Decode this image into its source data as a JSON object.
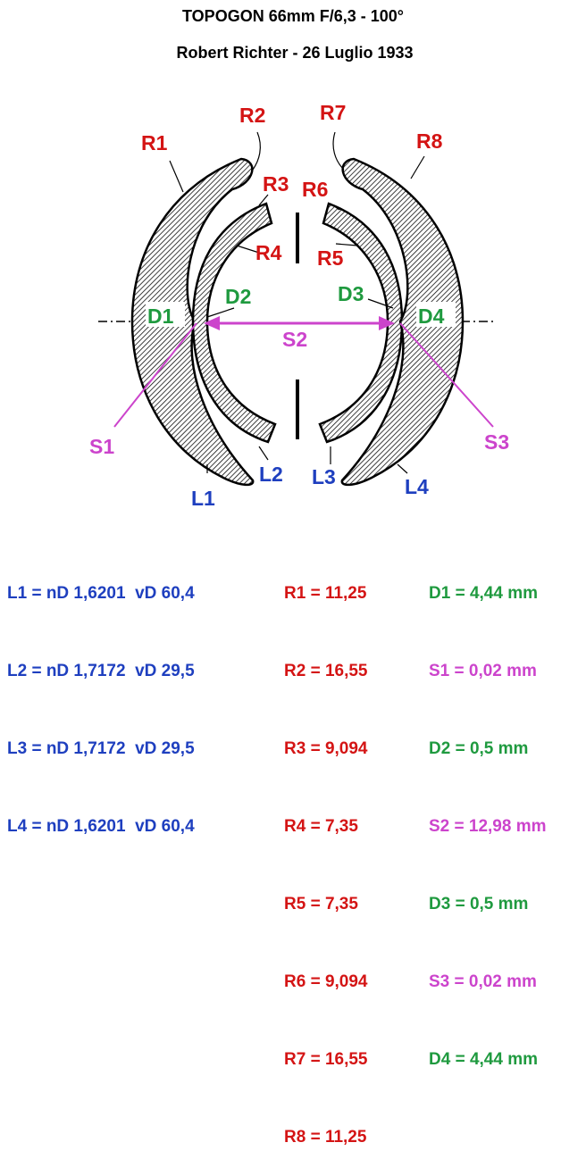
{
  "header": {
    "title": "TOPOGON 66mm F/6,3 - 100°",
    "subtitle": "Robert Richter - 26 Luglio 1933"
  },
  "colors": {
    "lens_label": "#1e3fbf",
    "radius_label": "#d41414",
    "thickness_label": "#1f9a3f",
    "spacing_label": "#cc44cc",
    "outline": "#000000"
  },
  "diagram": {
    "radius_labels": [
      "R1",
      "R2",
      "R3",
      "R4",
      "R5",
      "R6",
      "R7",
      "R8"
    ],
    "lens_labels": [
      "L1",
      "L2",
      "L3",
      "L4"
    ],
    "thickness_labels": [
      "D1",
      "D2",
      "D3",
      "D4"
    ],
    "spacing_labels": [
      "S1",
      "S2",
      "S3"
    ]
  },
  "specs": {
    "lenses": [
      "L1 = nD 1,6201  vD 60,4",
      "L2 = nD 1,7172  vD 29,5",
      "L3 = nD 1,7172  vD 29,5",
      "L4 = nD 1,6201  vD 60,4"
    ],
    "radii": [
      "R1 = 11,25",
      "R2 = 16,55",
      "R3 = 9,094",
      "R4 = 7,35",
      "R5 = 7,35",
      "R6 = 9,094",
      "R7 = 16,55",
      "R8 = 11,25"
    ],
    "distances": [
      {
        "text": "D1 = 4,44 mm",
        "kind": "thickness"
      },
      {
        "text": "S1 = 0,02 mm",
        "kind": "spacing"
      },
      {
        "text": "D2 = 0,5 mm",
        "kind": "thickness"
      },
      {
        "text": "S2 = 12,98 mm",
        "kind": "spacing"
      },
      {
        "text": "D3 = 0,5 mm",
        "kind": "thickness"
      },
      {
        "text": "S3 = 0,02 mm",
        "kind": "spacing"
      },
      {
        "text": "D4 = 4,44 mm",
        "kind": "thickness"
      }
    ]
  }
}
